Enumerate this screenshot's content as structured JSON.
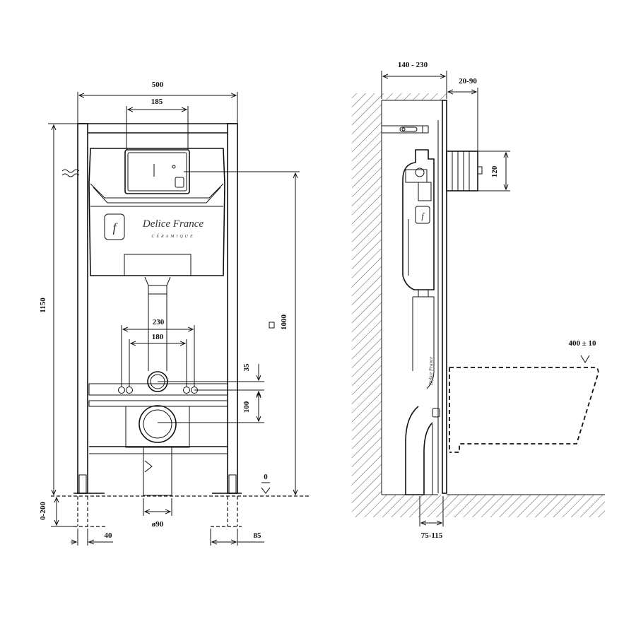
{
  "front_view": {
    "dims": {
      "width_total": "500",
      "button_width": "185",
      "height_total": "1150",
      "height_inlet": "1000",
      "studs_outer": "230",
      "studs_inner": "180",
      "stud_offset": "35",
      "drain_offset": "100",
      "floor_level": "0",
      "leg_adjust": "0-200",
      "drain_diameter": "ø90",
      "foot_left": "40",
      "foot_right": "85"
    },
    "brand": {
      "logo_letter": "f",
      "name": "Delice France",
      "sub": "CÉRAMIQUE"
    }
  },
  "side_view": {
    "dims": {
      "wall_depth": "140 - 230",
      "panel_depth": "20-90",
      "button_box": "120",
      "bowl_height": "400 ± 10",
      "drain_spacing": "75-115"
    },
    "brand": {
      "logo_letter": "f",
      "name": "Delice France"
    }
  },
  "colors": {
    "line": "#111111",
    "background": "#ffffff"
  }
}
